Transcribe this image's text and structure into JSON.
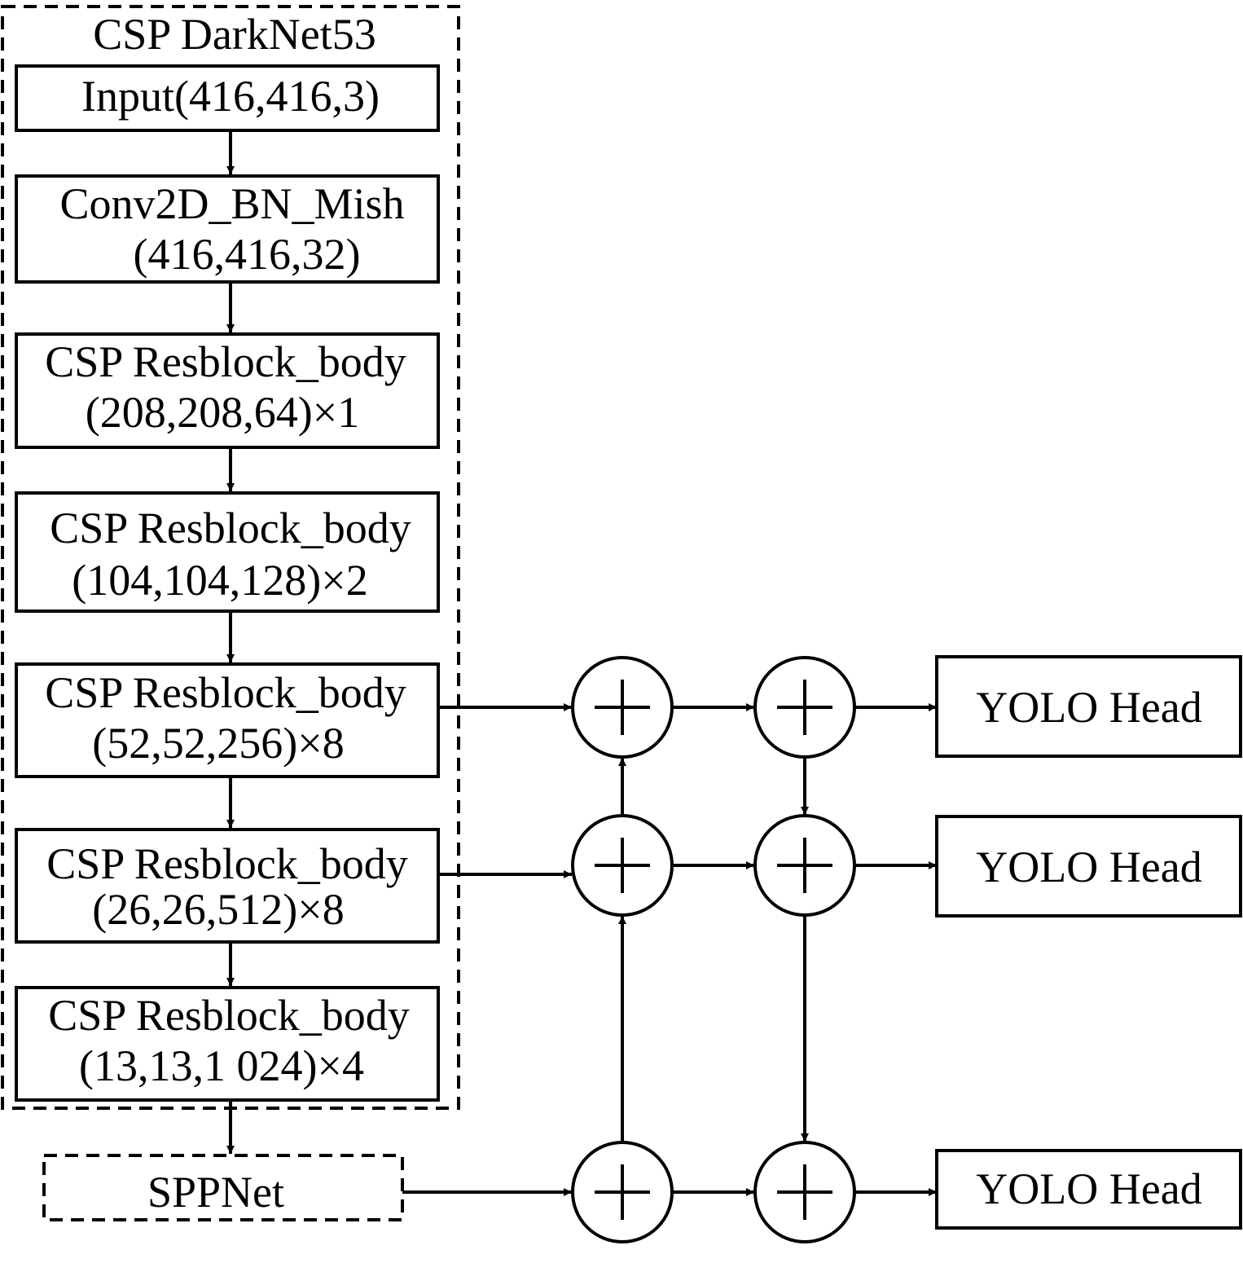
{
  "backbone": {
    "title": "CSP DarkNet53",
    "blocks": [
      {
        "line1": "Input(416,416,3)",
        "line2": ""
      },
      {
        "line1": "Conv2D_BN_Mish",
        "line2": "(416,416,32)"
      },
      {
        "line1": "CSP Resblock_body",
        "line2": "(208,208,64)×1"
      },
      {
        "line1": "CSP Resblock_body",
        "line2": "(104,104,128)×2"
      },
      {
        "line1": "CSP Resblock_body",
        "line2": "(52,52,256)×8"
      },
      {
        "line1": "CSP Resblock_body",
        "line2": "(26,26,512)×8"
      },
      {
        "line1": "CSP Resblock_body",
        "line2": "(13,13,1 024)×4"
      }
    ]
  },
  "spp": {
    "label": "SPPNet"
  },
  "heads": [
    {
      "label": "YOLO Head"
    },
    {
      "label": "YOLO Head"
    },
    {
      "label": "YOLO Head"
    }
  ],
  "fusion": {
    "symbol": "plus-circle",
    "count": 6
  }
}
